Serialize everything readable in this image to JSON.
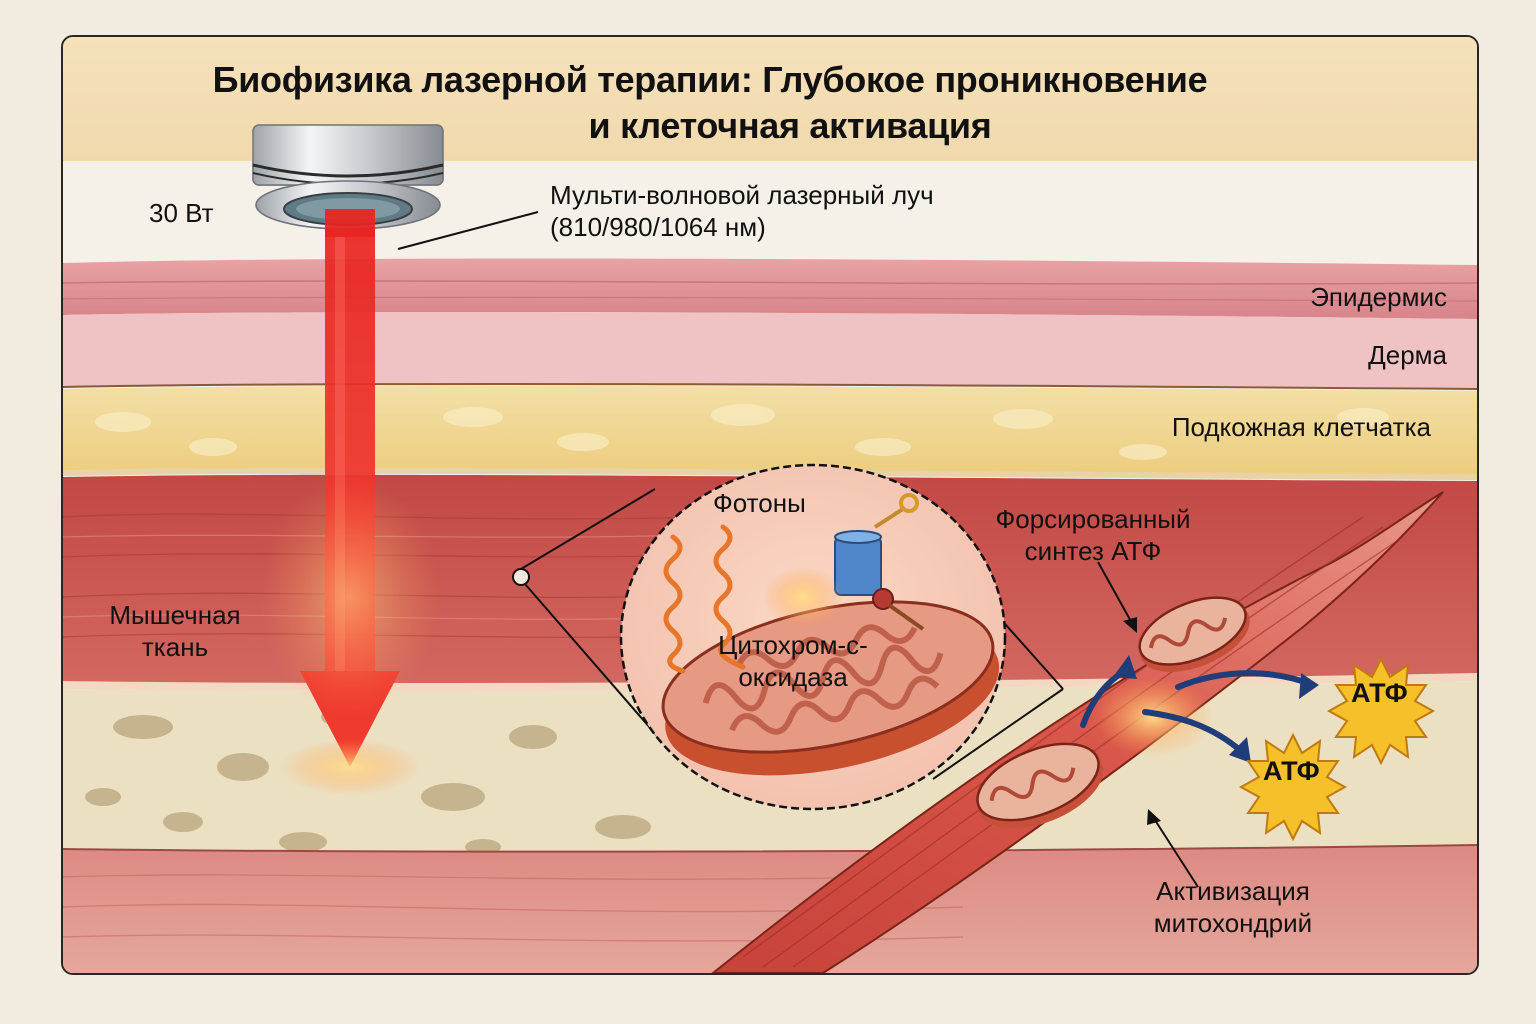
{
  "title": {
    "line1": "Биофизика лазерной терапии: Глубокое проникновение",
    "line2": "и клеточная активация"
  },
  "device": {
    "power_label": "30 Вт",
    "beam_label_line1": "Мульти-волновой лазерный луч",
    "beam_label_line2": "(810/980/1064 нм)",
    "wavelengths_nm": [
      810,
      980,
      1064
    ]
  },
  "layers": [
    {
      "name": "Эпидермис",
      "color": "#d98a8f"
    },
    {
      "name": "Дерма",
      "color": "#efc0c2"
    },
    {
      "name": "Подкожная клетчатка",
      "color": "#f0d58f"
    },
    {
      "name": "Мышечная ткань",
      "color": "#c9504b"
    },
    {
      "name": "bone",
      "color": "#ece0c2"
    }
  ],
  "labels": {
    "epidermis": "Эпидермис",
    "dermis": "Дерма",
    "subcutaneous": "Подкожная клетчатка",
    "muscle_line1": "Мышечная",
    "muscle_line2": "ткань",
    "photons": "Фотоны",
    "cco_line1": "Цитохром-с-",
    "cco_line2": "оксидаза",
    "atp_synth_line1": "Форсированный",
    "atp_synth_line2": "синтез АТФ",
    "mito_line1": "Активизация",
    "mito_line2": "митохондрий",
    "atp1": "АТФ",
    "atp2": "АТФ"
  },
  "colors": {
    "beam": "#ec2b25",
    "atp_burst": "#f6c02a",
    "arrow_blue": "#1f3d78",
    "header_bg": "#f3ddb3",
    "frame_border": "#2a2622"
  }
}
